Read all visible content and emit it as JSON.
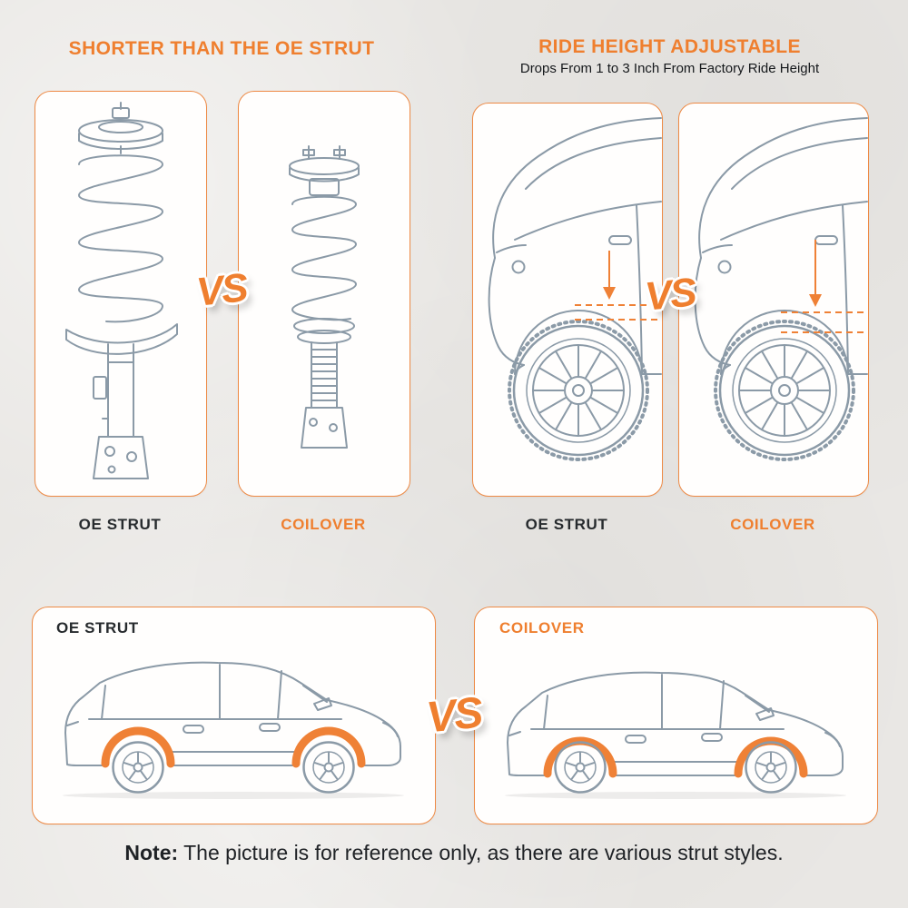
{
  "page": {
    "accent": "#EF7F2F",
    "dark": "#272B2E",
    "line_color": "#8B9AA7",
    "note_bold": "Note:",
    "note_text": " The picture is for reference only, as there are various strut styles."
  },
  "section_shorter": {
    "title": "SHORTER THAN THE OE STRUT",
    "vs": "VS",
    "captions": {
      "left": "OE STRUT",
      "right": "COILOVER"
    }
  },
  "section_ride": {
    "title": "RIDE HEIGHT ADJUSTABLE",
    "subtitle": "Drops From 1 to 3 Inch From Factory Ride Height",
    "vs": "VS",
    "captions": {
      "left": "OE STRUT",
      "right": "COILOVER"
    }
  },
  "section_bottom": {
    "labels": {
      "left": "OE STRUT",
      "right": "COILOVER"
    },
    "vs": "VS"
  }
}
